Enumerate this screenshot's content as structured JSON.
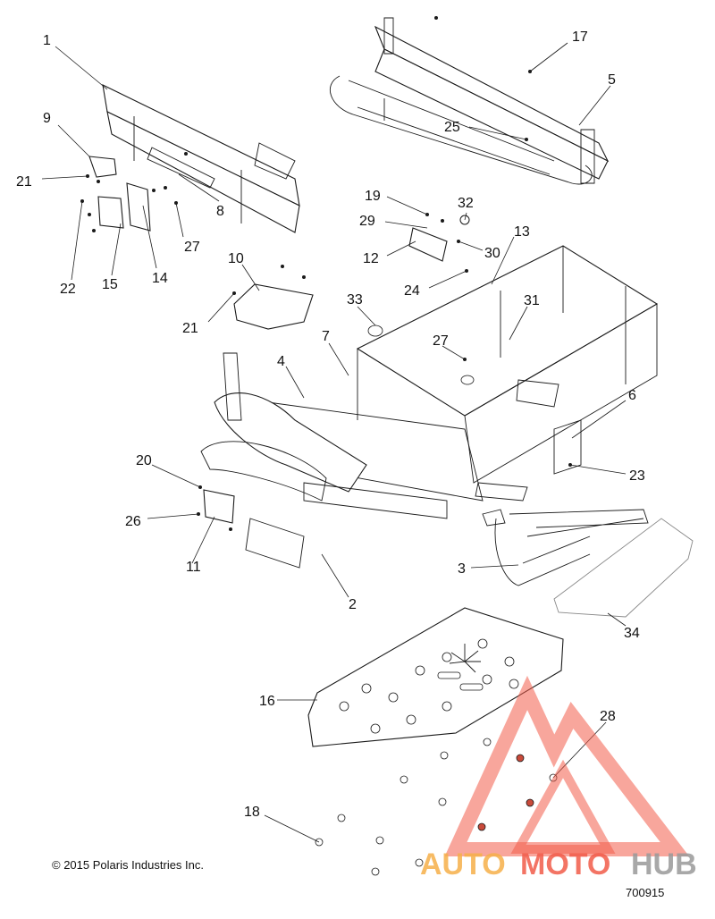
{
  "callouts": [
    {
      "n": "1"
    },
    {
      "n": "17"
    },
    {
      "n": "5"
    },
    {
      "n": "9"
    },
    {
      "n": "25"
    },
    {
      "n": "21"
    },
    {
      "n": "8"
    },
    {
      "n": "27"
    },
    {
      "n": "14"
    },
    {
      "n": "22"
    },
    {
      "n": "15"
    },
    {
      "n": "19"
    },
    {
      "n": "32"
    },
    {
      "n": "29"
    },
    {
      "n": "30"
    },
    {
      "n": "12"
    },
    {
      "n": "13"
    },
    {
      "n": "10"
    },
    {
      "n": "24"
    },
    {
      "n": "21b"
    },
    {
      "n": "33"
    },
    {
      "n": "31"
    },
    {
      "n": "7"
    },
    {
      "n": "4"
    },
    {
      "n": "27b"
    },
    {
      "n": "6"
    },
    {
      "n": "20"
    },
    {
      "n": "23"
    },
    {
      "n": "26"
    },
    {
      "n": "11"
    },
    {
      "n": "2"
    },
    {
      "n": "3"
    },
    {
      "n": "34"
    },
    {
      "n": "16"
    },
    {
      "n": "28"
    },
    {
      "n": "18"
    }
  ],
  "labels": {
    "c1": "1",
    "c17": "17",
    "c5": "5",
    "c9": "9",
    "c25": "25",
    "c21": "21",
    "c8": "8",
    "c27": "27",
    "c14": "14",
    "c22": "22",
    "c15": "15",
    "c19": "19",
    "c32": "32",
    "c29": "29",
    "c30": "30",
    "c12": "12",
    "c13": "13",
    "c10": "10",
    "c24": "24",
    "c21b": "21",
    "c33": "33",
    "c31": "31",
    "c7": "7",
    "c4": "4",
    "c27b": "27",
    "c6": "6",
    "c20": "20",
    "c23": "23",
    "c26": "26",
    "c11": "11",
    "c2": "2",
    "c3": "3",
    "c34": "34",
    "c16": "16",
    "c28": "28",
    "c18": "18"
  },
  "footer": {
    "copyright": "© 2015 Polaris Industries Inc.",
    "figure_number": "700915"
  },
  "watermark": {
    "text_auto": "AUTO",
    "text_moto": "MOTO",
    "text_hub": "HUB",
    "color_primary": "#f25c4a",
    "color_gray": "#9a9a9a"
  }
}
